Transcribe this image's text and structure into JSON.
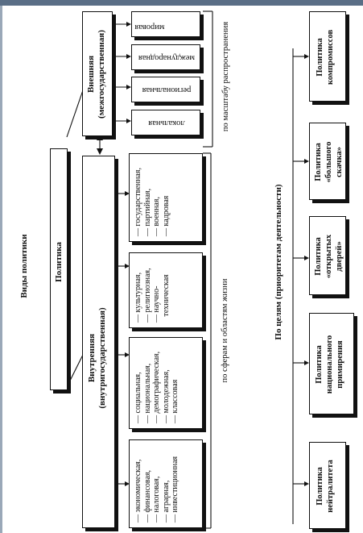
{
  "title": "Виды политики",
  "root": "Политика",
  "external": {
    "title": "Внешняя\n(межгосударственная)"
  },
  "internal": {
    "title": "Внутренняя\n(внутригосударственная)"
  },
  "scale": {
    "label": "по масштабу распространения",
    "items": [
      "локальная",
      "региональная",
      "международная",
      "мировая"
    ]
  },
  "spheres": {
    "label": "по сферам и областям жизни",
    "groups": [
      "— экономическая,\n— финансовая,\n— налоговая,\n— аграрная,\n— инвестиционная",
      "— социальная,\n— национальная,\n— демографическая,\n— молодежная,\n— классовая",
      "— культурная,\n— религиозная,\n— научно-\n   техническая",
      "— государственная,\n— партийная,\n— военная,\n— кадровая"
    ]
  },
  "priorities": {
    "label": "По целям (приоритетам деятельности)",
    "items": [
      "Политика\nнейтралитета",
      "Политика\nнационального\nпримирения",
      "Политика\n«открытых\nдверей»",
      "Политика\n«большого\nскачка»",
      "Политика\nкомпромиссов"
    ]
  }
}
